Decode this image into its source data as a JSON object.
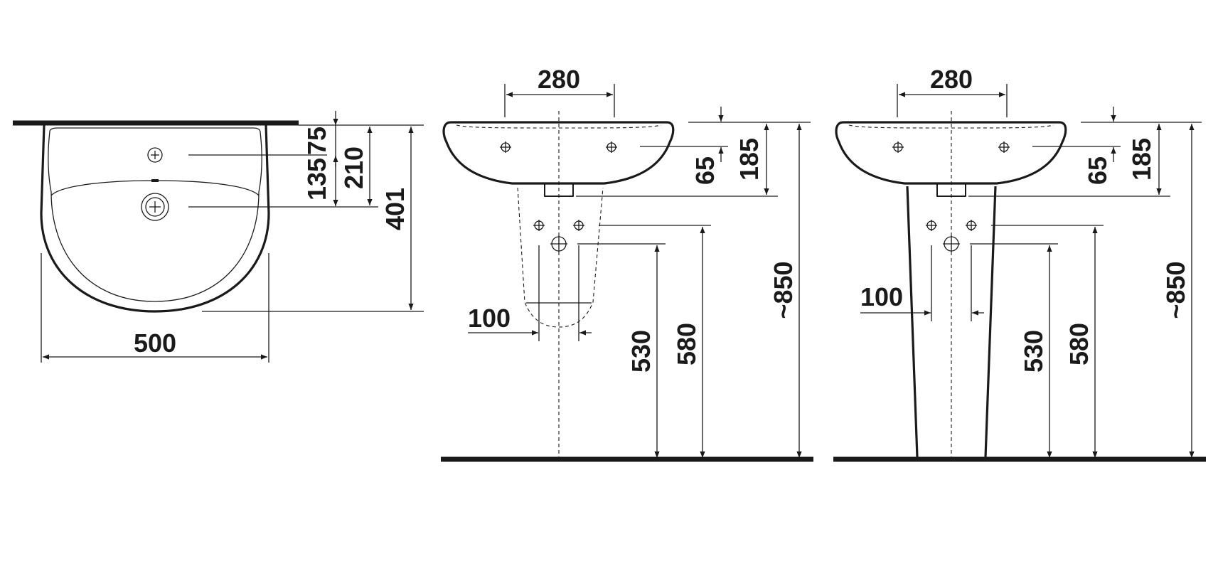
{
  "colors": {
    "line": "#1a1a1a",
    "background": "#ffffff"
  },
  "top_view": {
    "dim_width": "500",
    "dim_depth": "401",
    "dim_tap_hole": "75",
    "dim_waste": "135",
    "dim_waste_total": "210"
  },
  "semi_pedestal_view": {
    "dim_fixing_spacing": "280",
    "dim_fixing_height": "65",
    "dim_basin_height": "185",
    "dim_pipe_spacing": "100",
    "dim_waste_height": "530",
    "dim_supply_height": "580",
    "dim_rim_height": "~850"
  },
  "full_pedestal_view": {
    "dim_fixing_spacing": "280",
    "dim_fixing_height": "65",
    "dim_basin_height": "185",
    "dim_pipe_spacing": "100",
    "dim_waste_height": "530",
    "dim_supply_height": "580",
    "dim_rim_height": "~850"
  }
}
